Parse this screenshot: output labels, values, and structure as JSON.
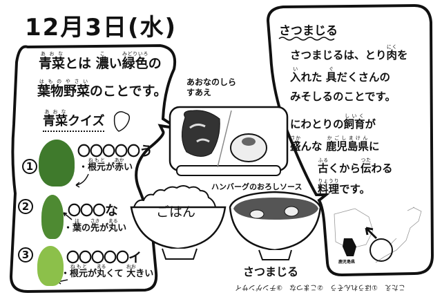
{
  "header": {
    "date": "12月3日(水)"
  },
  "aona_box": {
    "line1": [
      {
        "text": "青菜",
        "ruby": "あおな"
      },
      {
        "text": "とは "
      },
      {
        "text": "濃",
        "ruby": "こ"
      },
      {
        "text": "い"
      },
      {
        "text": "緑色",
        "ruby": "みどりいろ"
      },
      {
        "text": "の"
      }
    ],
    "line2": [
      {
        "text": "葉物野菜",
        "ruby": "はものやさい"
      },
      {
        "text": "のことです。"
      }
    ],
    "quiz_title": {
      "text": "青菜",
      "ruby": "あおな",
      "suffix": "クイズ"
    },
    "quiz": [
      {
        "number": "1",
        "blank": "〇〇〇〇〇う",
        "hint_pre": "・",
        "hint": [
          {
            "text": "根元",
            "ruby": "ねもと"
          },
          {
            "text": "が"
          },
          {
            "text": "赤",
            "ruby": "あか"
          },
          {
            "text": "い"
          }
        ]
      },
      {
        "number": "2",
        "blank": "〇〇〇な",
        "hint_pre": "・",
        "hint": [
          {
            "text": "葉",
            "ruby": "は"
          },
          {
            "text": "の"
          },
          {
            "text": "先",
            "ruby": "さき"
          },
          {
            "text": "が"
          },
          {
            "text": "丸",
            "ruby": "まる"
          },
          {
            "text": "い"
          }
        ]
      },
      {
        "number": "3",
        "blank": "〇〇〇〇〇イ",
        "hint_pre": "・",
        "hint": [
          {
            "text": "根元",
            "ruby": "ねもと"
          },
          {
            "text": "が"
          },
          {
            "text": "丸",
            "ruby": "まる"
          },
          {
            "text": "くて "
          },
          {
            "text": "大",
            "ruby": "おお"
          },
          {
            "text": "きい"
          }
        ]
      }
    ]
  },
  "menu": {
    "side_dish": "あおなのしらすあえ",
    "rice": "ごはん",
    "main_dish": "ハンバーグのおろしソース",
    "soup": "さつまじる"
  },
  "satsuma_box": {
    "title": "さつまじる",
    "lines": [
      [
        {
          "text": "さつまじるは、とり"
        },
        {
          "text": "肉",
          "ruby": "にく"
        },
        {
          "text": "を"
        }
      ],
      [
        {
          "text": "入",
          "ruby": "い"
        },
        {
          "text": "れた "
        },
        {
          "text": "具",
          "ruby": "ぐ"
        },
        {
          "text": "だくさんの"
        }
      ],
      [
        {
          "text": "みそしるのことです。"
        }
      ],
      [
        {
          "text": "にわとりの"
        },
        {
          "text": "飼育",
          "ruby": "しいく"
        },
        {
          "text": "が"
        }
      ],
      [
        {
          "text": "盛",
          "ruby": "さか"
        },
        {
          "text": "んな "
        },
        {
          "text": "鹿児島県",
          "ruby": "かごしまけん"
        },
        {
          "text": "に"
        }
      ],
      [
        {
          "text": "古",
          "ruby": "ふる"
        },
        {
          "text": "くから"
        },
        {
          "text": "伝",
          "ruby": "つた"
        },
        {
          "text": "わる"
        }
      ],
      [
        {
          "text": "料理",
          "ruby": "りょうり"
        },
        {
          "text": "です。"
        }
      ]
    ],
    "map_label": "鹿児島県"
  },
  "answer": "こたえ　①ほうれんそう　②こまつな　③チンゲンサイ",
  "colors": {
    "ink": "#111111",
    "spinach": "#3f7a2c",
    "komatsuna": "#4e8a32",
    "bokchoy": "#8cc04a",
    "soup": "#555555"
  }
}
